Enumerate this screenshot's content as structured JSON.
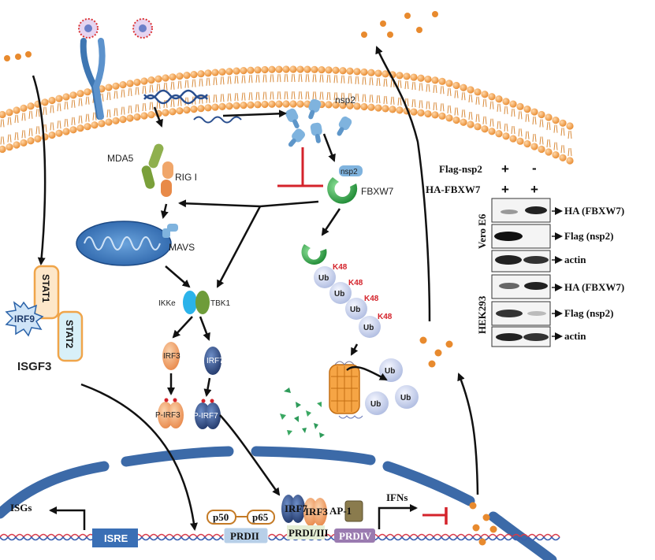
{
  "labels": {
    "nsp2_top": "nsp2",
    "nsp2_bound": "nsp2",
    "mda5": "MDA5",
    "rig1": "RIG I",
    "fbxw7": "FBXW7",
    "mavs": "MAVS",
    "ikke": "IKKe",
    "tbk1": "TBK1",
    "irf3": "IRF3",
    "irf7": "IRF7",
    "p_irf3": "P-IRF3",
    "p_irf7": "P-IRF7",
    "stat1": "STAT1",
    "stat2": "STAT2",
    "irf9": "IRF9",
    "isgf3": "ISGF3",
    "ub": "Ub",
    "k48": "K48",
    "isgs": "ISGs",
    "isre": "ISRE",
    "p50": "p50",
    "p65": "p65",
    "prdii": "PRDII",
    "irf7_dna": "IRF7",
    "irf3_dna": "IRF3",
    "ap1": "AP-1",
    "prdi_iii": "PRDI/III",
    "prdiv": "PRDIV",
    "ifns": "IFNs"
  },
  "western_blot": {
    "flag_nsp2_label": "Flag-nsp2",
    "ha_fbxw7_label": "HA-FBXW7",
    "lane1_flag": "+",
    "lane2_flag": "-",
    "lane1_ha": "+",
    "lane2_ha": "+",
    "cell_line_1": "Vero E6",
    "cell_line_2": "HEK293",
    "rows_1": [
      "HA (FBXW7)",
      "Flag (nsp2)",
      "actin"
    ],
    "rows_2": [
      "HA (FBXW7)",
      "Flag (nsp2)",
      "actin"
    ]
  },
  "colors": {
    "membrane": "#f6a75a",
    "nucleus": "#3c6aa8",
    "arrow": "#111111",
    "inhibit": "#d4232b",
    "green": "#3fae52",
    "irf3": "#f3b07a",
    "irf7": "#3c5a8c",
    "ub": "#c9d4ee"
  }
}
